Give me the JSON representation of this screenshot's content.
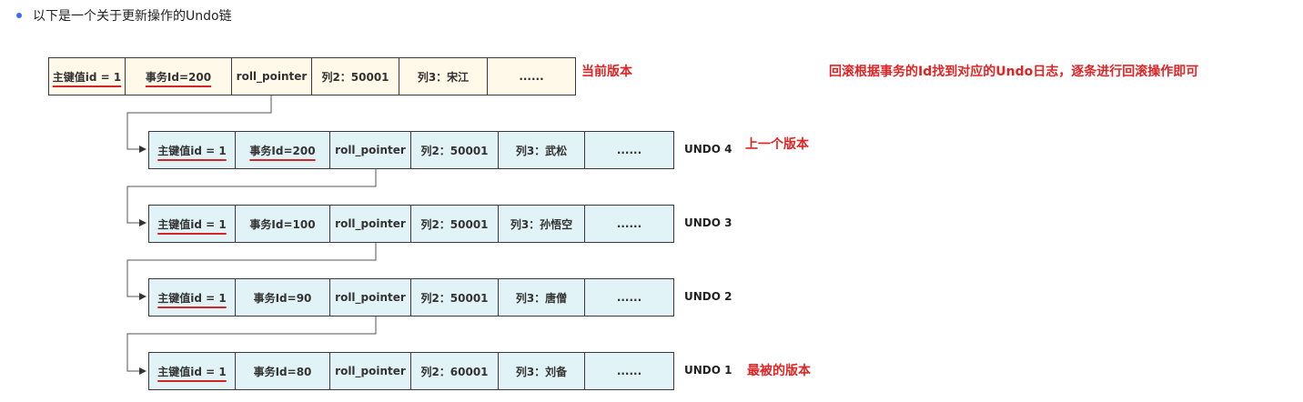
{
  "intro": "以下是一个关于更新操作的Undo链",
  "side_note": "回滚根据事务的Id找到对应的Undo日志，逐条进行回滚操作即可",
  "current": {
    "cells": [
      "主键值id = 1",
      "事务Id=200",
      "roll_pointer",
      "列2：50001",
      "列3：宋江",
      "......"
    ],
    "note": "当前版本"
  },
  "undo4": {
    "cells": [
      "主键值id = 1",
      "事务Id=200",
      "roll_pointer",
      "列2：50001",
      "列3：武松",
      "......"
    ],
    "label": "UNDO 4",
    "note": "上一个版本"
  },
  "undo3": {
    "cells": [
      "主键值id = 1",
      "事务Id=100",
      "roll_pointer",
      "列2：50001",
      "列3：孙悟空",
      "......"
    ],
    "label": "UNDO 3"
  },
  "undo2": {
    "cells": [
      "主键值id = 1",
      "事务Id=90",
      "roll_pointer",
      "列2：50001",
      "列3：唐僧",
      "......"
    ],
    "label": "UNDO 2"
  },
  "undo1": {
    "cells": [
      "主键值id = 1",
      "事务Id=80",
      "roll_pointer",
      "列2：60001",
      "列3：刘备",
      "......"
    ],
    "label": "UNDO 1",
    "note": "最被的版本"
  },
  "colors": {
    "current_fill": "#fff9ea",
    "undo_fill": "#e1f3f6",
    "annotation_red": "#e02424",
    "bullet": "#3b6cff"
  }
}
